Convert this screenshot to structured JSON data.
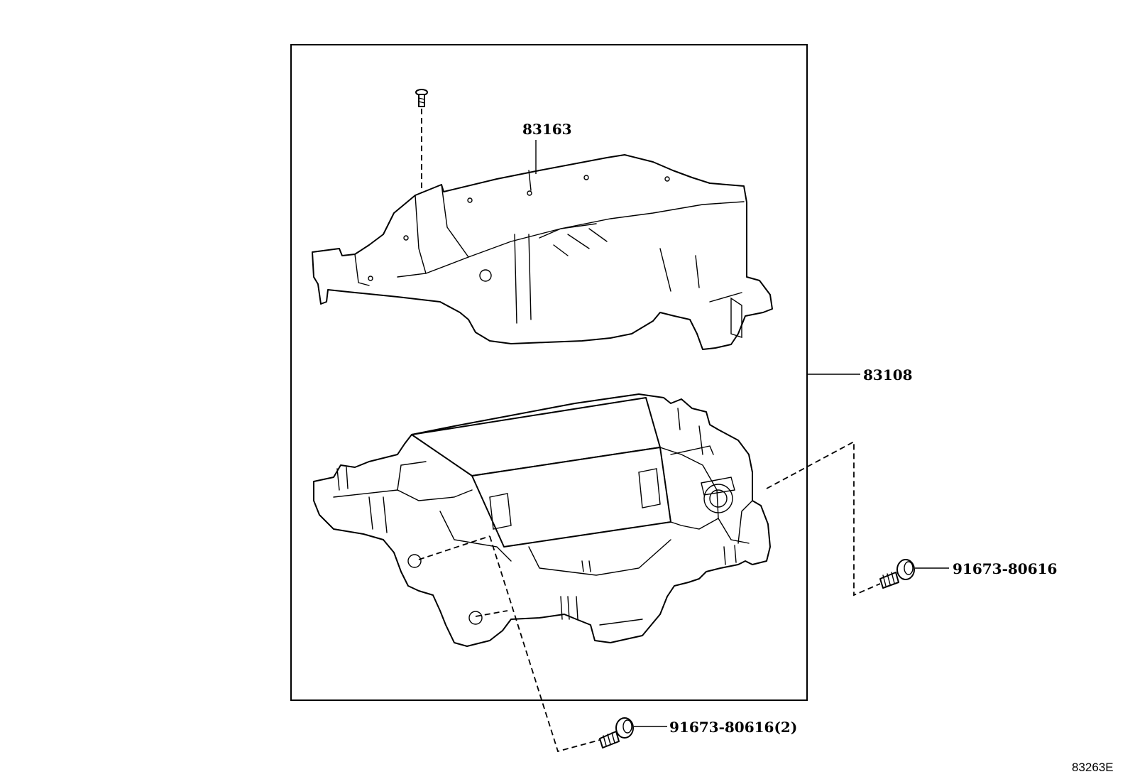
{
  "callouts": {
    "upper_cover": "83163",
    "assembly": "83108",
    "screw_right": "91673-80616",
    "screw_bottom": "91673-80616(2)"
  },
  "figure_id": "83263E"
}
